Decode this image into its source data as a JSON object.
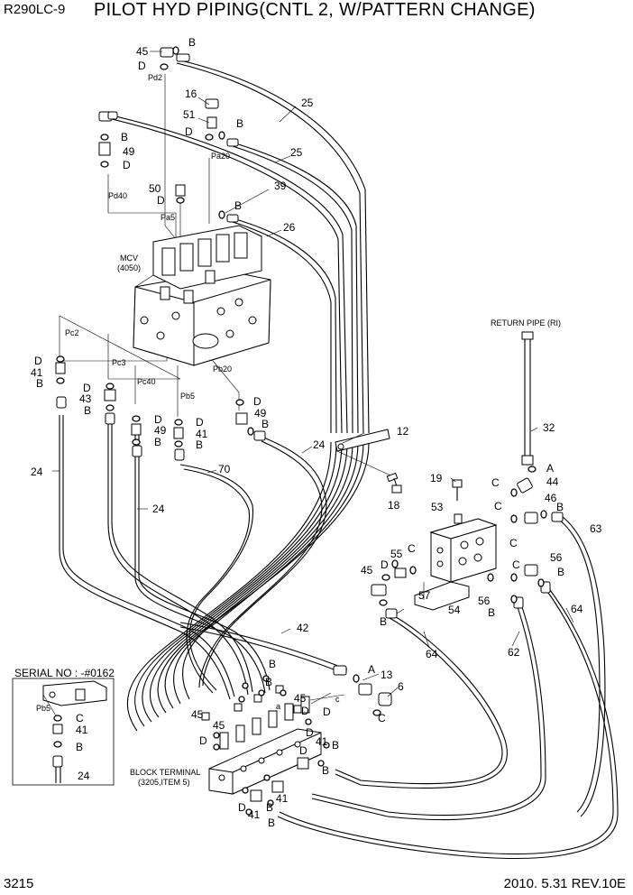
{
  "header": {
    "model": "R290LC-9",
    "title": "PILOT HYD PIPING(CNTL 2, W/PATTERN CHANGE)"
  },
  "footer": {
    "page": "3215",
    "revision": "2010. 5.31  REV.10E"
  },
  "labels": {
    "l45a": "45",
    "dA": "D",
    "bA": "B",
    "pd2": "Pd2",
    "l25a": "25",
    "l16": "16",
    "l51": "51",
    "dB": "D",
    "bB": "B",
    "pa20": "Pa20",
    "l25b": "25",
    "bC": "B",
    "l49a": "49",
    "dC": "D",
    "pd40": "Pd40",
    "l50": "50",
    "dD": "D",
    "bD": "B",
    "l39": "39",
    "pa5": "Pa5",
    "l26": "26",
    "mcv": "MCV",
    "mcv_code": "(4050)",
    "pc2": "Pc2",
    "dE": "D",
    "l41a": "41",
    "bE": "B",
    "pc3": "Pc3",
    "dF": "D",
    "l43": "43",
    "bF": "B",
    "pc40": "Pc40",
    "dG": "D",
    "l49b": "49",
    "bG": "B",
    "pb5": "Pb5",
    "dH": "D",
    "l41b": "41",
    "bH": "B",
    "pb20": "Pb20",
    "dI": "D",
    "l49c": "49",
    "bI": "B",
    "l24a": "24",
    "l24b": "24",
    "l24c": "24",
    "l70": "70",
    "l12": "12",
    "return_pipe": "RETURN PIPE (RI)",
    "l32": "32",
    "l19": "19",
    "l18": "18",
    "l53": "53",
    "cA": "C",
    "aA": "A",
    "l44": "44",
    "l46": "46",
    "cB": "C",
    "bJ": "B",
    "l63": "63",
    "cC": "C",
    "l55": "55",
    "l45b": "45",
    "dJ": "D",
    "cD": "C",
    "l56a": "56",
    "cE": "C",
    "bK": "B",
    "l56b": "56",
    "bL": "B",
    "l57": "57",
    "l54": "54",
    "bM": "B",
    "l64a": "64",
    "l62": "62",
    "l64b": "64",
    "l42": "42",
    "aB": "A",
    "l13": "13",
    "l6": "6",
    "cF": "C",
    "bN": "B",
    "bO": "B",
    "l45c": "45",
    "l45d": "45",
    "l45e": "45",
    "dK": "D",
    "dL": "D",
    "dM": "D",
    "lc": "c",
    "la": "a",
    "dN": "D",
    "l41c": "41",
    "bP": "B",
    "dO": "D",
    "bQ": "B",
    "block_terminal": "BLOCK TERMINAL",
    "block_terminal_item": "(3205,ITEM 5)",
    "dP": "D",
    "l41d": "41",
    "l41e": "41",
    "bR": "B",
    "bS": "B",
    "serial_no": "SERIAL NO : -#0162",
    "ins_pb5": "Pb5",
    "ins_c": "C",
    "ins_41": "41",
    "ins_b": "B",
    "ins_24": "24"
  }
}
